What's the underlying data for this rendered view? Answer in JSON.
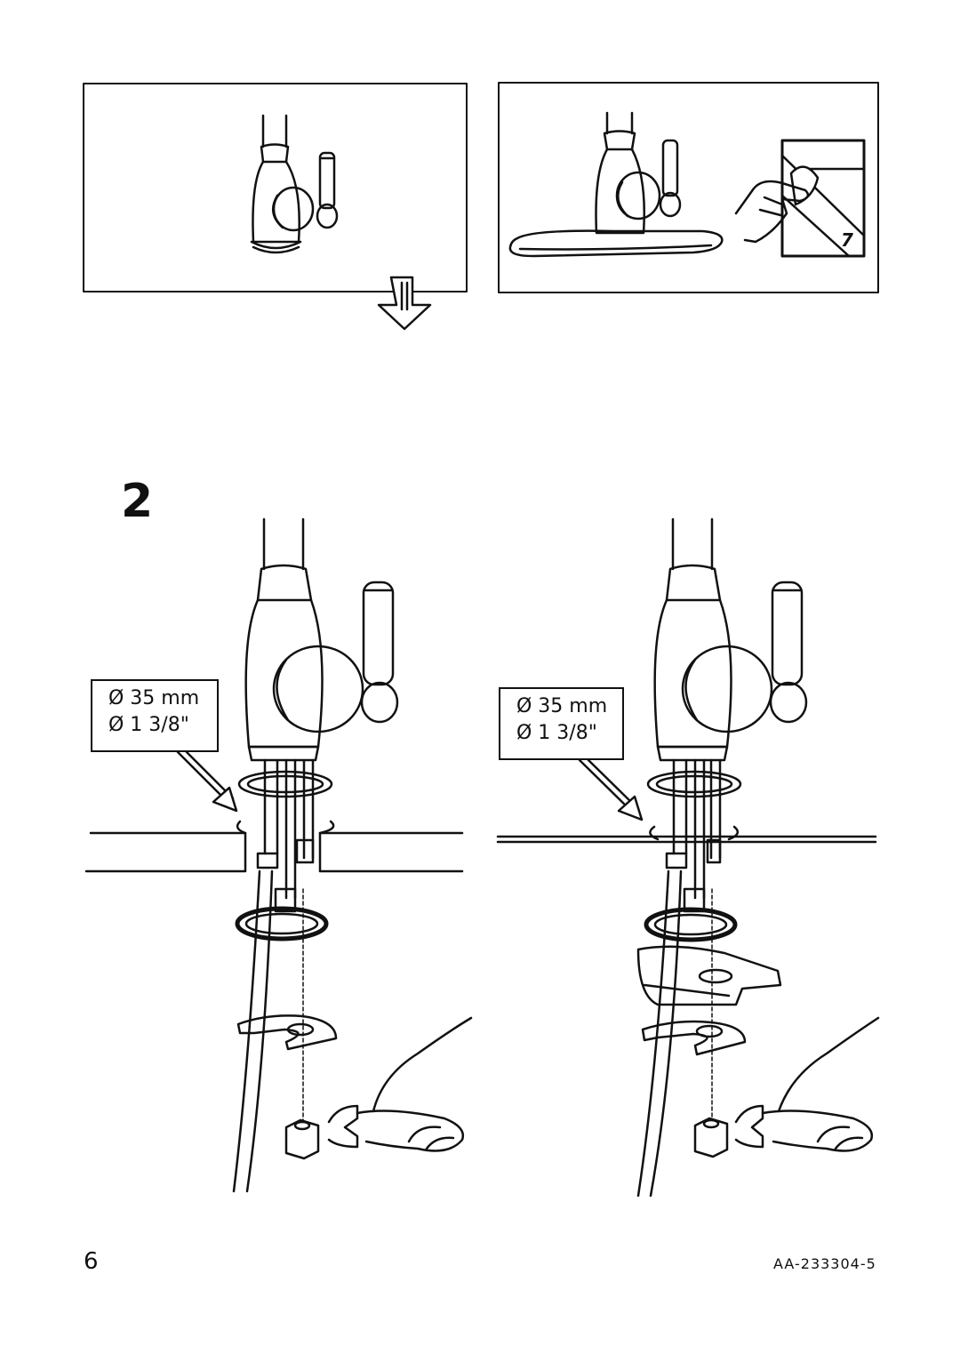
{
  "step": {
    "number": "2"
  },
  "panels": {
    "top_right": {
      "sticker_number": "7"
    },
    "bottom_left": {
      "dimension_mm": "Ø 35 mm",
      "dimension_in": "Ø 1 3/8\""
    },
    "bottom_right": {
      "dimension_mm": "Ø 35 mm",
      "dimension_in": "Ø 1 3/8\""
    }
  },
  "footer": {
    "page_number": "6",
    "document_code": "AA-233304-5"
  },
  "colors": {
    "ink": "#111111",
    "paper": "#ffffff"
  },
  "icons": [
    "faucet-illustration",
    "escutcheon-plate",
    "hand-peeling-sticker",
    "down-arrow-icon",
    "hose",
    "washer",
    "clamp",
    "hex-nut",
    "wrench-hand"
  ]
}
